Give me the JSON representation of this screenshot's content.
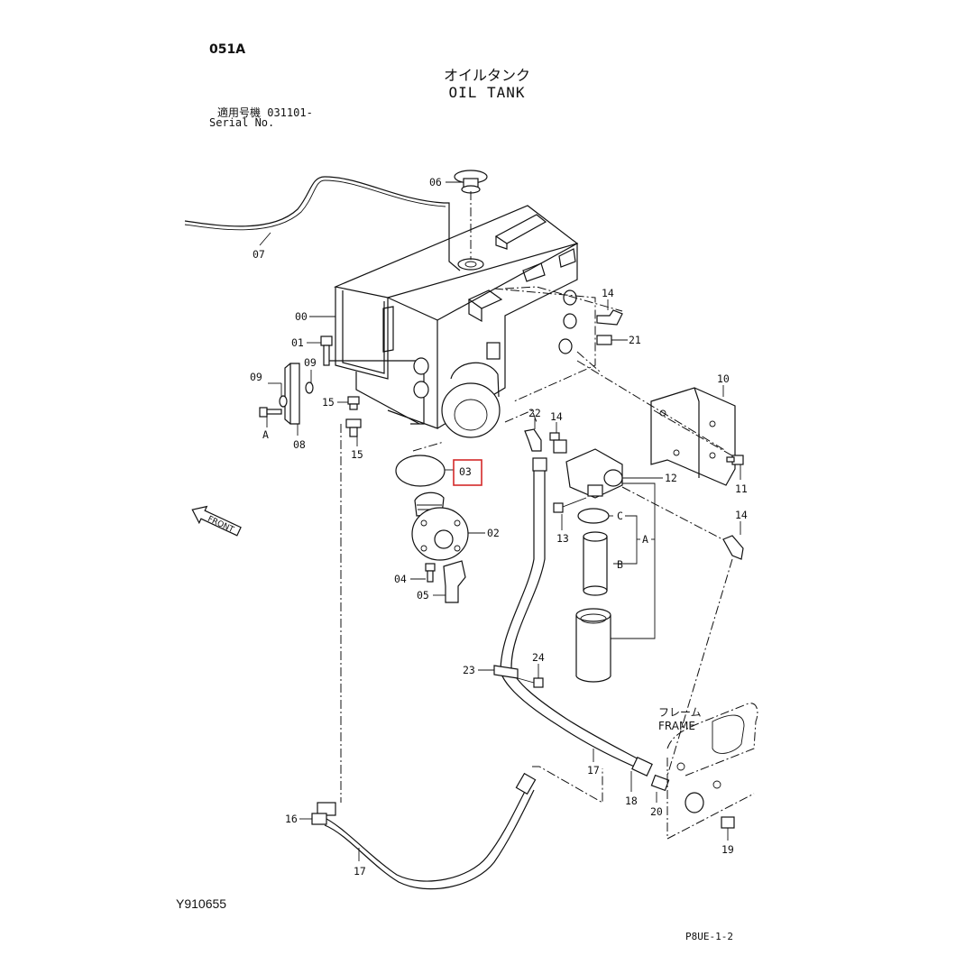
{
  "header": {
    "page_code": "051A",
    "title_jp": "オイルタンク",
    "title_en": "OIL TANK",
    "serial_jp": "適用号機  031101-",
    "serial_en": "Serial No."
  },
  "footer": {
    "doc_id": "Y910655",
    "sheet_code": "P8UE-1-2"
  },
  "callouts": {
    "c00": "00",
    "c01": "01",
    "c02": "02",
    "c03": "03",
    "c04": "04",
    "c05": "05",
    "c06": "06",
    "c07": "07",
    "c08": "08",
    "c09a": "09",
    "c09b": "09",
    "c10": "10",
    "c11": "11",
    "c12": "12",
    "c13": "13",
    "c14a": "14",
    "c14b": "14",
    "c14c": "14",
    "c15a": "15",
    "c15b": "15",
    "c16": "16",
    "c17a": "17",
    "c17b": "17",
    "c18": "18",
    "c19": "19",
    "c20": "20",
    "c21": "21",
    "c22": "22",
    "c23": "23",
    "c24": "24",
    "grpA1": "A",
    "grpA2": "A",
    "grpB": "B",
    "grpC": "C"
  },
  "highlighted_callout": "03",
  "annotations": {
    "frame_jp": "フレーム",
    "frame_en": "FRAME",
    "front_arrow": "FRONT"
  },
  "colors": {
    "line": "#111111",
    "highlight": "#d42a2a",
    "background": "#ffffff"
  }
}
